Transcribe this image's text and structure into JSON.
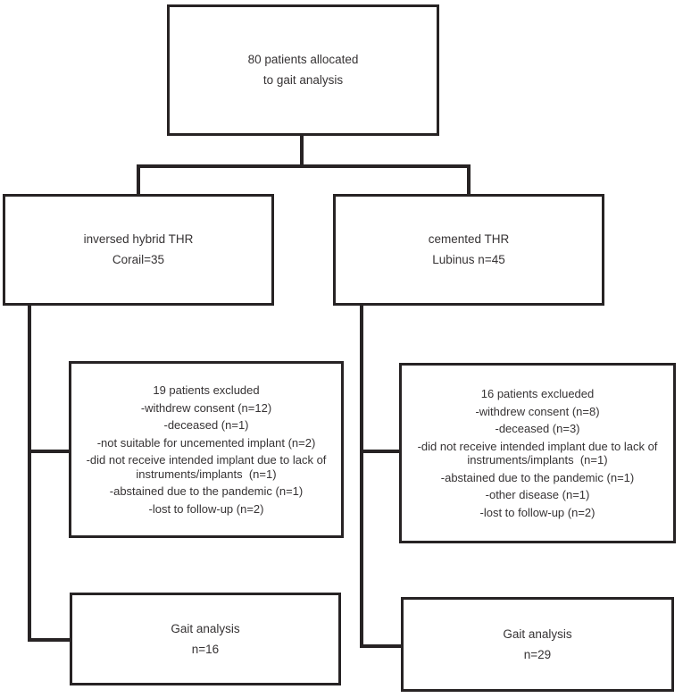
{
  "colors": {
    "line": "#272324",
    "text": "#363334",
    "background": "#ffffff"
  },
  "flow": {
    "allocation": {
      "lines": [
        "80 patients allocated",
        "to gait analysis"
      ]
    },
    "inversed_hybrid_arm": {
      "lines": [
        "inversed hybrid THR",
        "Corail=35"
      ]
    },
    "cemented_arm": {
      "lines": [
        "cemented THR",
        "Lubinus n=45"
      ]
    },
    "inversed_hybrid_excluded": {
      "title": "19 patients excluded",
      "items": [
        "-withdrew consent (n=12)",
        "-deceased (n=1)",
        "-not suitable for uncemented implant (n=2)",
        "-did not receive intended implant due to lack of\ninstruments/implants  (n=1)",
        "-abstained due to the pandemic (n=1)",
        "-lost to follow-up (n=2)"
      ]
    },
    "cemented_excluded": {
      "title": "16 patients exclueded",
      "items": [
        "-withdrew consent (n=8)",
        "-deceased (n=3)",
        "-did not receive intended implant due to lack of\ninstruments/implants  (n=1)",
        "-abstained due to the pandemic (n=1)",
        "-other disease (n=1)",
        "-lost to follow-up (n=2)"
      ]
    },
    "inversed_hybrid_gait": {
      "lines": [
        "Gait analysis",
        "n=16"
      ]
    },
    "cemented_gait": {
      "lines": [
        "Gait analysis",
        "n=29"
      ]
    }
  }
}
